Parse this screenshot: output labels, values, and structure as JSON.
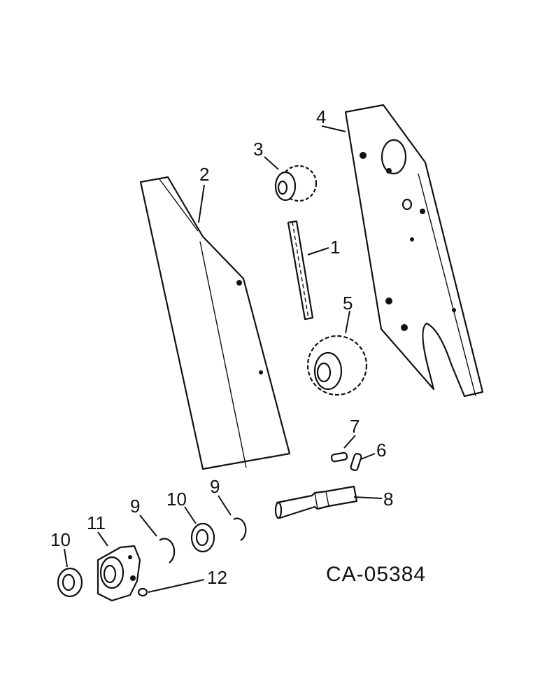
{
  "drawing_code": "CA-05384",
  "callouts": {
    "chain": "1",
    "shield": "2",
    "small_sprocket": "3",
    "mounting_plate": "4",
    "large_sprocket": "5",
    "pin_right": "6",
    "pin_left": "7",
    "shaft": "8",
    "snap_ring_left": "9",
    "snap_ring_right": "9",
    "bearing_left": "10",
    "bearing_middle": "10",
    "flange_housing": "11",
    "grease_fitting": "12"
  }
}
